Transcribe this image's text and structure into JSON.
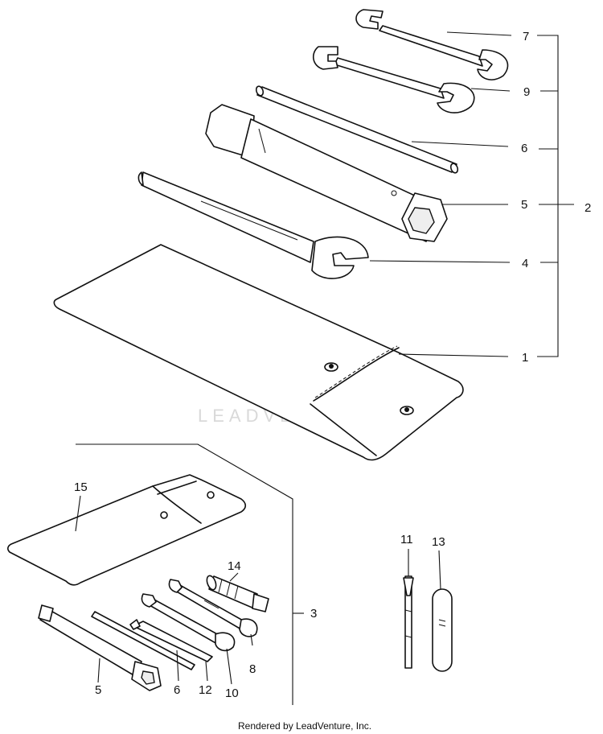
{
  "diagram": {
    "callouts": {
      "c7": "7",
      "c9": "9",
      "c6_top": "6",
      "c5_top": "5",
      "c2": "2",
      "c4": "4",
      "c1": "1",
      "c15": "15",
      "c14": "14",
      "c3": "3",
      "c11": "11",
      "c13": "13",
      "c5_bottom": "5",
      "c6_bottom": "6",
      "c12": "12",
      "c10": "10",
      "c8": "8"
    },
    "watermark": {
      "brand": "LEADVENTURE"
    },
    "footer": {
      "credit": "Rendered by LeadVenture, Inc."
    }
  }
}
